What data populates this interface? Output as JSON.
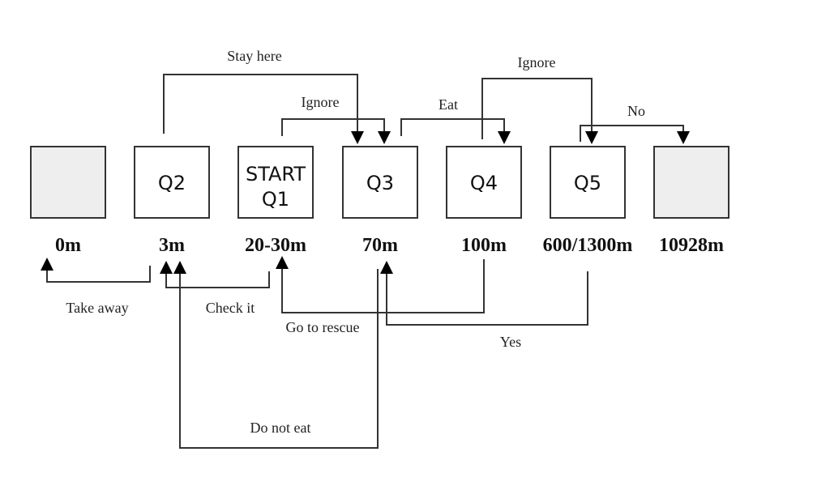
{
  "diagram": {
    "colors": {
      "terminal_fill": "#eeeeee",
      "node_fill": "#ffffff",
      "stroke": "#333333"
    },
    "nodes": [
      {
        "id": "N0",
        "label_lines": [],
        "distance": "0m",
        "terminal": true
      },
      {
        "id": "Q2",
        "label_lines": [
          "Q2"
        ],
        "distance": "3m",
        "terminal": false
      },
      {
        "id": "Q1",
        "label_lines": [
          "START",
          "Q1"
        ],
        "distance": "20-30m",
        "terminal": false
      },
      {
        "id": "Q3",
        "label_lines": [
          "Q3"
        ],
        "distance": "70m",
        "terminal": false
      },
      {
        "id": "Q4",
        "label_lines": [
          "Q4"
        ],
        "distance": "100m",
        "terminal": false
      },
      {
        "id": "Q5",
        "label_lines": [
          "Q5"
        ],
        "distance": "600/1300m",
        "terminal": false
      },
      {
        "id": "N6",
        "label_lines": [],
        "distance": "10928m",
        "terminal": true
      }
    ],
    "edges": [
      {
        "from": "Q2",
        "to": "Q3",
        "label": "Stay here",
        "side": "top"
      },
      {
        "from": "Q1",
        "to": "Q3",
        "label": "Ignore",
        "side": "top"
      },
      {
        "from": "Q3",
        "to": "Q4",
        "label": "Eat",
        "side": "top"
      },
      {
        "from": "Q4",
        "to": "Q5",
        "label": "Ignore",
        "side": "top"
      },
      {
        "from": "Q5",
        "to": "N6",
        "label": "No",
        "side": "top"
      },
      {
        "from": "Q2",
        "to": "N0",
        "label": "Take away",
        "side": "bottom"
      },
      {
        "from": "Q1",
        "to": "Q2",
        "label": "Check it",
        "side": "bottom"
      },
      {
        "from": "Q4",
        "to": "Q1",
        "label": "Go to rescue",
        "side": "bottom"
      },
      {
        "from": "Q5",
        "to": "Q3",
        "label": "Yes",
        "side": "bottom"
      },
      {
        "from": "Q3",
        "to": "Q2",
        "label": "Do not eat",
        "side": "bottom"
      }
    ]
  }
}
